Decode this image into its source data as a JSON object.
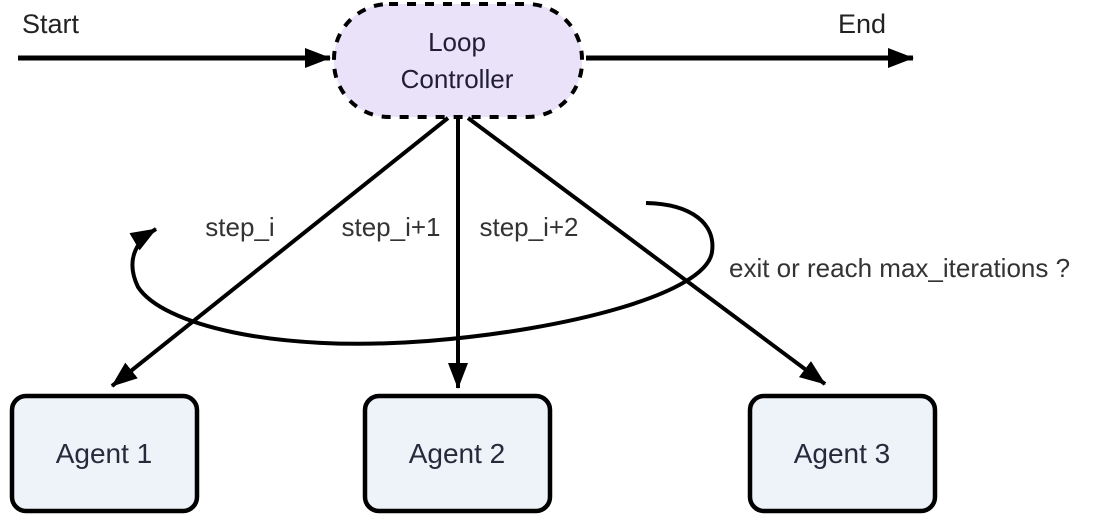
{
  "diagram": {
    "type": "flowchart-loop",
    "labels": {
      "start": "Start",
      "end": "End"
    },
    "controller": {
      "line1": "Loop",
      "line2": "Controller"
    },
    "edges": {
      "step_a": "step_i",
      "step_b": "step_i+1",
      "step_c": "step_i+2",
      "loop_condition": "exit or reach max_iterations ?"
    },
    "agents": [
      {
        "label": "Agent 1"
      },
      {
        "label": "Agent 2"
      },
      {
        "label": "Agent 3"
      }
    ],
    "colors": {
      "controller_fill": "#e9e2f8",
      "agent_fill": "#eef2f9",
      "stroke": "#000000",
      "edge_label": "#333333",
      "controller_text": "#211d35",
      "agent_text": "#252b3b"
    }
  }
}
